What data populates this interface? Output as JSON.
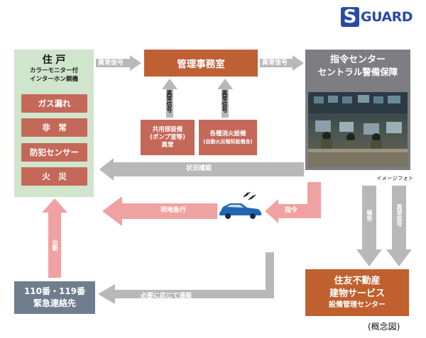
{
  "logo": {
    "letter": "S",
    "text": "GUARD"
  },
  "residence": {
    "title": "住 戸",
    "subtitle1": "カラーモニター付",
    "subtitle2": "インターホン親機",
    "items": [
      "ガス漏れ",
      "非　常",
      "防犯センサー",
      "火　災"
    ]
  },
  "management_office": "管理事務室",
  "common_equipment": {
    "line1": "共用部設備",
    "line2": "(ポンプ室等)",
    "line3": "異常"
  },
  "fire_equipment": {
    "line1": "各種消火設備",
    "line2": "(自動火災報知設備含)"
  },
  "command_center": {
    "line1": "指令センター",
    "line2": "セントラル警備保障"
  },
  "photo_caption": "イメージフォト",
  "police": {
    "line1": "110番・119番",
    "line2": "緊急連絡先"
  },
  "sumitomo": {
    "line1": "住友不動産",
    "line2": "建物サービス",
    "line3": "設備管理センター"
  },
  "arrow_labels": {
    "abnormal_signal": "異常信号",
    "abnormal_signal_vertical": "異常信号",
    "status_check": "状況確認",
    "dispatch_onsite": "現地急行",
    "command": "指令",
    "report": "報告",
    "dispatch": "出動",
    "contact_as_needed": "必要に応じて通報"
  },
  "concept_label": "(概念図)",
  "colors": {
    "residence_bg": "#cfe5cc",
    "alert_red": "#c4685a",
    "management_orange": "#bf5f34",
    "pink_arrow": "#f0a1a1",
    "gray_arrow": "#b8b8b8",
    "center_gray": "#7d7d82",
    "police_slate": "#6f7d8f",
    "logo_blue": "#2a4aa8",
    "car_blue": "#2266b0"
  }
}
